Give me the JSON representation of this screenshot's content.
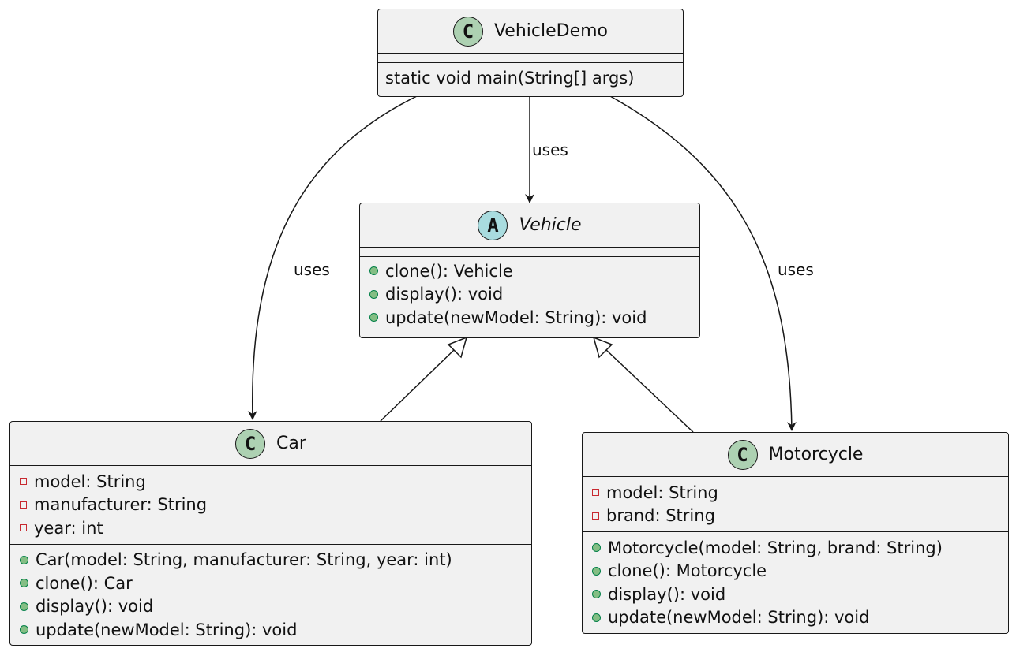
{
  "diagram": {
    "colors": {
      "class_fill": "#f1f1f1",
      "border": "#181818",
      "class_stereotype": "#add1b2",
      "abstract_stereotype": "#a9dcdf",
      "private": "#c82930",
      "public": "#84be84"
    },
    "classes": {
      "vehicle_demo": {
        "stereotype": "C",
        "name": "VehicleDemo",
        "methods": [
          "static void main(String[] args)"
        ]
      },
      "vehicle": {
        "stereotype": "A",
        "name": "Vehicle",
        "abstract": true,
        "methods": [
          "clone(): Vehicle",
          "display(): void",
          "update(newModel: String): void"
        ]
      },
      "car": {
        "stereotype": "C",
        "name": "Car",
        "fields": [
          "model: String",
          "manufacturer: String",
          "year: int"
        ],
        "methods": [
          "Car(model: String, manufacturer: String, year: int)",
          "clone(): Car",
          "display(): void",
          "update(newModel: String): void"
        ]
      },
      "motorcycle": {
        "stereotype": "C",
        "name": "Motorcycle",
        "fields": [
          "model: String",
          "brand: String"
        ],
        "methods": [
          "Motorcycle(model: String, brand: String)",
          "clone(): Motorcycle",
          "display(): void",
          "update(newModel: String): void"
        ]
      }
    },
    "relations": [
      {
        "from": "VehicleDemo",
        "to": "Car",
        "type": "dependency",
        "label": "uses"
      },
      {
        "from": "VehicleDemo",
        "to": "Vehicle",
        "type": "dependency",
        "label": "uses"
      },
      {
        "from": "VehicleDemo",
        "to": "Motorcycle",
        "type": "dependency",
        "label": "uses"
      },
      {
        "from": "Car",
        "to": "Vehicle",
        "type": "inheritance",
        "label": ""
      },
      {
        "from": "Motorcycle",
        "to": "Vehicle",
        "type": "inheritance",
        "label": ""
      }
    ]
  }
}
